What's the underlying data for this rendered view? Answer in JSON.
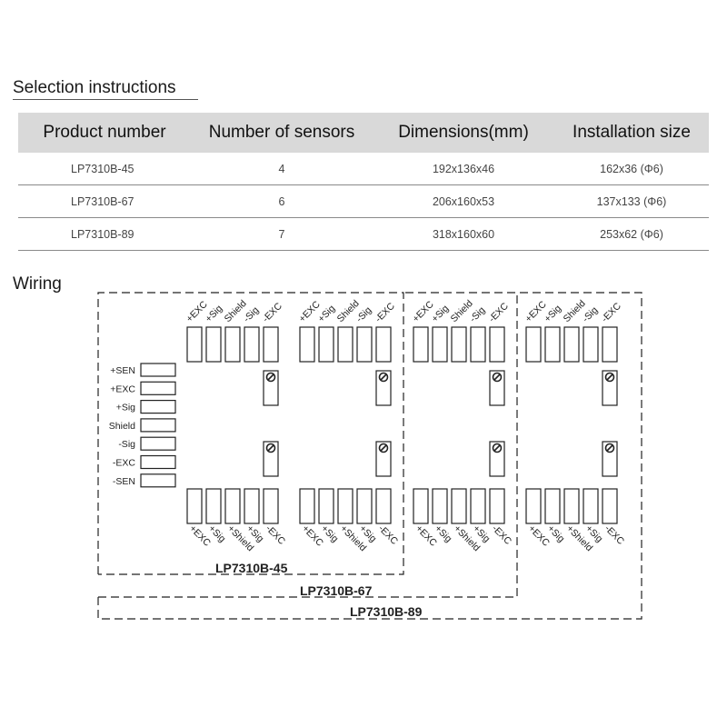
{
  "selection": {
    "title": "Selection instructions",
    "columns": [
      "Product number",
      "Number of sensors",
      "Dimensions(mm)",
      "Installation size"
    ],
    "rows": [
      [
        "LP7310B-45",
        "4",
        "192x136x46",
        "162x36 (Φ6)"
      ],
      [
        "LP7310B-67",
        "6",
        "206x160x53",
        "137x133 (Φ6)"
      ],
      [
        "LP7310B-89",
        "7",
        "318x160x60",
        "253x62 (Φ6)"
      ]
    ]
  },
  "wiring": {
    "title": "Wiring",
    "left_terminals": [
      "+SEN",
      "+EXC",
      "+Sig",
      "Shield",
      "-Sig",
      "-EXC",
      "-SEN"
    ],
    "sensor_terminals": [
      "+EXC",
      "+Sig",
      "Shield",
      "-Sig",
      "-EXC"
    ],
    "bottom_terminals": [
      "+EXC",
      "+Sig",
      "+Shield",
      "+Sig",
      "-EXC"
    ],
    "model_labels": [
      "LP7310B-45",
      "LP7310B-67",
      "LP7310B-89"
    ]
  }
}
